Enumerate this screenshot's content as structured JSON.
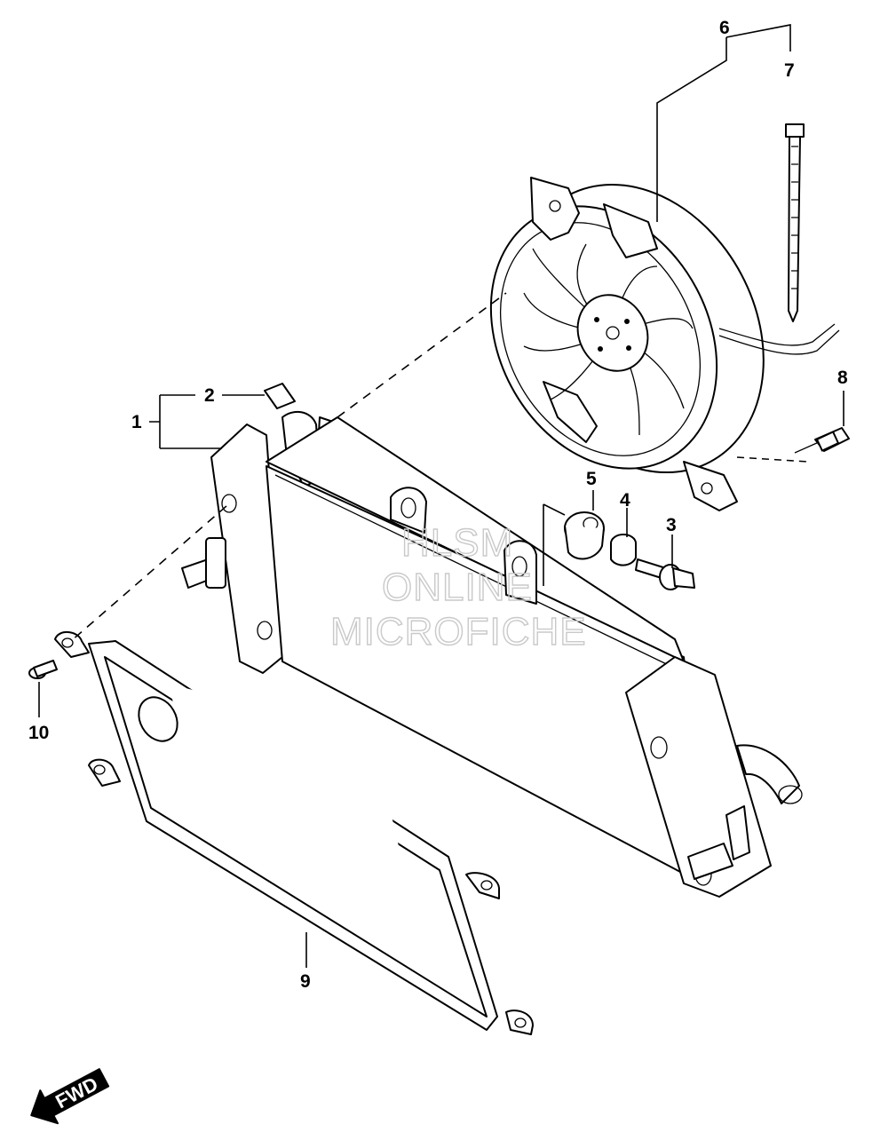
{
  "callouts": [
    {
      "id": "1",
      "label": "1"
    },
    {
      "id": "2",
      "label": "2"
    },
    {
      "id": "3",
      "label": "3"
    },
    {
      "id": "4",
      "label": "4"
    },
    {
      "id": "5",
      "label": "5"
    },
    {
      "id": "6",
      "label": "6"
    },
    {
      "id": "7",
      "label": "7"
    },
    {
      "id": "8",
      "label": "8"
    },
    {
      "id": "9",
      "label": "9"
    },
    {
      "id": "10",
      "label": "10"
    }
  ],
  "watermark": {
    "line1": "HLSM",
    "line2": "ONLINE",
    "line3": "MICROFICHE"
  },
  "direction_indicator": {
    "label": "FWD"
  }
}
